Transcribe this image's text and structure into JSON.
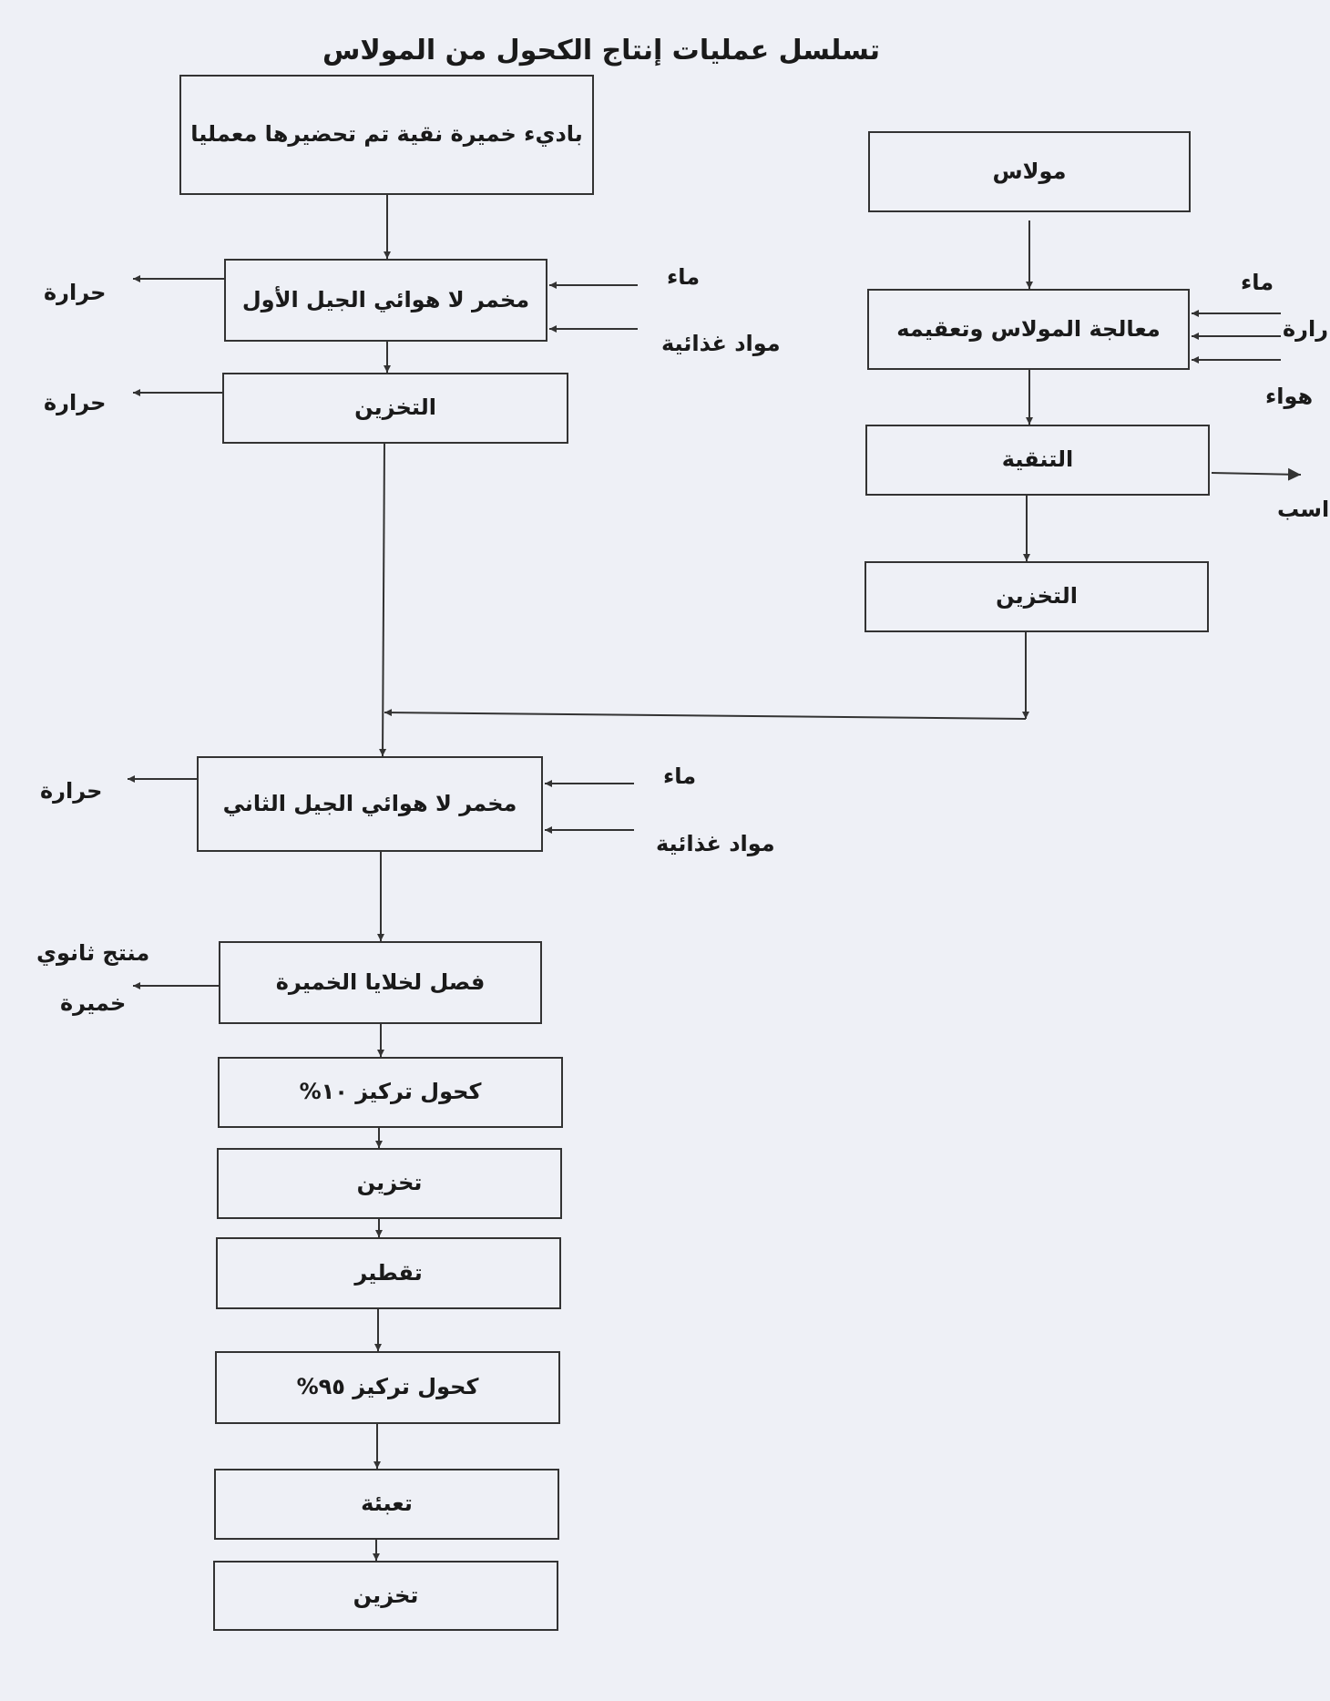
{
  "title": "تسلسل عمليات إنتاج الكحول من المولاس",
  "boxes": {
    "starter": "باديء خميرة نقية تم تحضيرها معمليا",
    "molasses": "مولاس",
    "treat": "معالجة المولاس وتعقيمه",
    "ferm1": "مخمر لا هوائي الجيل الأول",
    "store1": "التخزين",
    "purify": "التنقية",
    "store2": "التخزين",
    "ferm2": "مخمر لا هوائي الجيل الثاني",
    "separate": "فصل لخلايا الخميرة",
    "alc10": "كحول تركيز ١٠%",
    "store3": "تخزين",
    "distill": "تقطير",
    "alc95": "كحول تركيز ٩٥%",
    "fill": "تعبئة",
    "store4": "تخزين"
  },
  "labels": {
    "water1": "ماء",
    "nutrients1": "مواد غذائية",
    "heat1": "حرارة",
    "heat2": "حرارة",
    "water_r": "ماء",
    "heat_r": "رارة",
    "air_r": "هواء",
    "sediment": "اسب",
    "water2": "ماء",
    "nutrients2": "مواد غذائية",
    "heat3": "حرارة",
    "byproduct_line1": "منتج ثانوي",
    "byproduct_line2": "خميرة"
  }
}
